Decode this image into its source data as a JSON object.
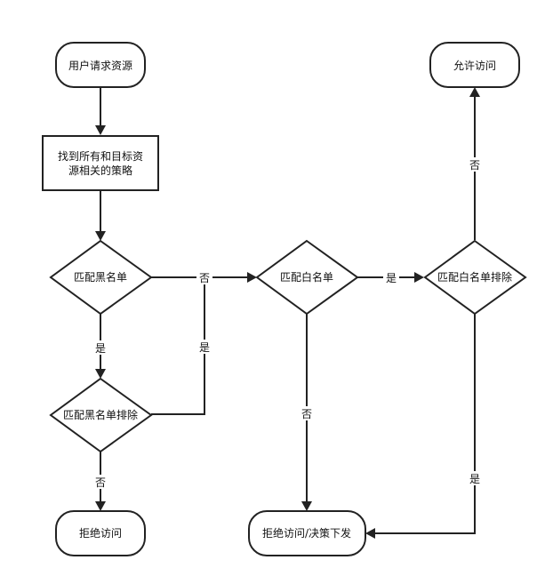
{
  "nodes": {
    "request": "用户请求资源",
    "find_policy_line1": "找到所有和目标资",
    "find_policy_line2": "源相关的策略",
    "match_black": "匹配黑名单",
    "match_black_exclude": "匹配黑名单排除",
    "deny_left": "拒绝访问",
    "match_white": "匹配白名单",
    "match_white_exclude": "匹配白名单排除",
    "allow": "允许访问",
    "deny_or_delegate": "拒绝访问/决策下发"
  },
  "edges": {
    "black_yes": "是",
    "black_no": "否",
    "black_exclude_yes": "是",
    "black_exclude_no": "否",
    "white_yes": "是",
    "white_no": "否",
    "white_exclude_no": "否",
    "white_exclude_yes": "是"
  },
  "colors": {
    "stroke": "#222222",
    "fill": "#ffffff"
  }
}
